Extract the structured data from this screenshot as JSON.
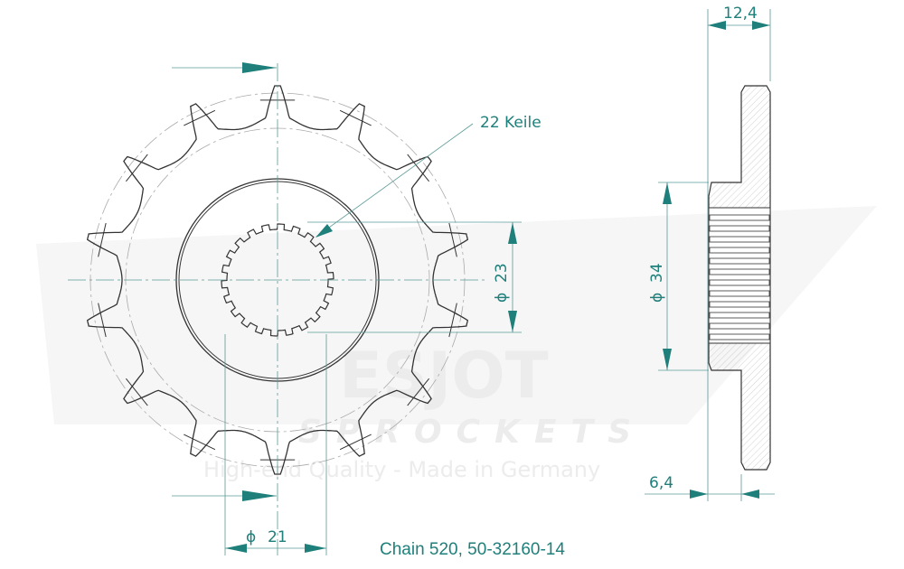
{
  "drawing": {
    "caption": "Chain 520, 50-32160-14",
    "teeth": 14,
    "spline_label": "22 Keile",
    "dimensions": {
      "bore_diameter": "21",
      "spline_diameter": "23",
      "hub_diameter": "34",
      "total_width": "12,4",
      "hub_offset": "6,4"
    },
    "diameter_symbol": "ϕ",
    "watermark": {
      "brand": "ESJOT",
      "sub": "SPROCKETS",
      "slogan": "High-end Quality - Made in Germany"
    },
    "colors": {
      "dimension": "#1f7f7a",
      "outline": "#333333",
      "centerline": "#5a9a96"
    }
  }
}
